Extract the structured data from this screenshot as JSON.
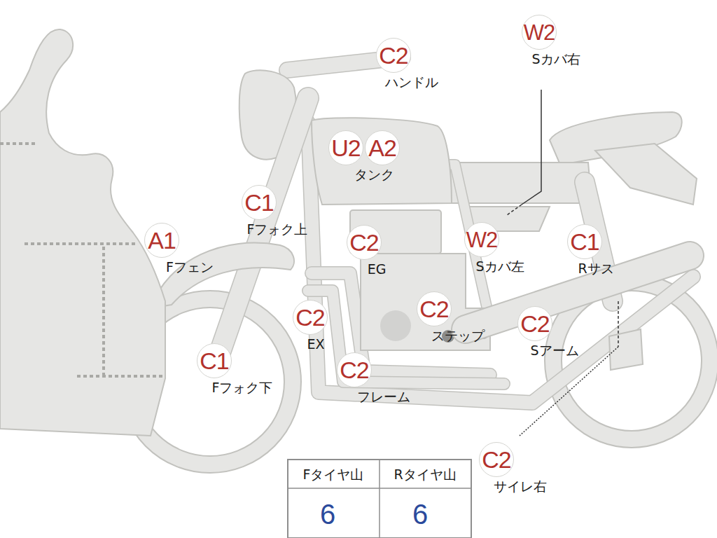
{
  "diagram": {
    "nodes": [
      {
        "text": [
          "W2",
          "Sカバ右"
        ]
      },
      {
        "text": [
          "C2",
          "ハンドル"
        ]
      },
      {
        "text": [
          "U2"
        ]
      },
      {
        "text": [
          "A2",
          "タンク"
        ]
      },
      {
        "text": [
          "C1",
          "Fフォク上"
        ]
      },
      {
        "text": [
          "A1",
          "Fフェン"
        ]
      },
      {
        "text": [
          "C2",
          "EG"
        ]
      },
      {
        "text": [
          "W2",
          "Sカバ左"
        ]
      },
      {
        "text": [
          "C1",
          "Rサス"
        ]
      },
      {
        "text": [
          "C2",
          "EX"
        ]
      },
      {
        "text": [
          "C2",
          "ステップ"
        ]
      },
      {
        "text": [
          "C2",
          "Sアーム"
        ]
      },
      {
        "text": [
          "C1",
          "Fフォク下"
        ]
      },
      {
        "text": [
          "C2",
          "フレーム"
        ]
      },
      {
        "text": [
          "C2",
          "サイレ右"
        ]
      }
    ],
    "labels": [
      "Fタイヤ山",
      "Rタイヤ山",
      "6",
      "6"
    ]
  }
}
